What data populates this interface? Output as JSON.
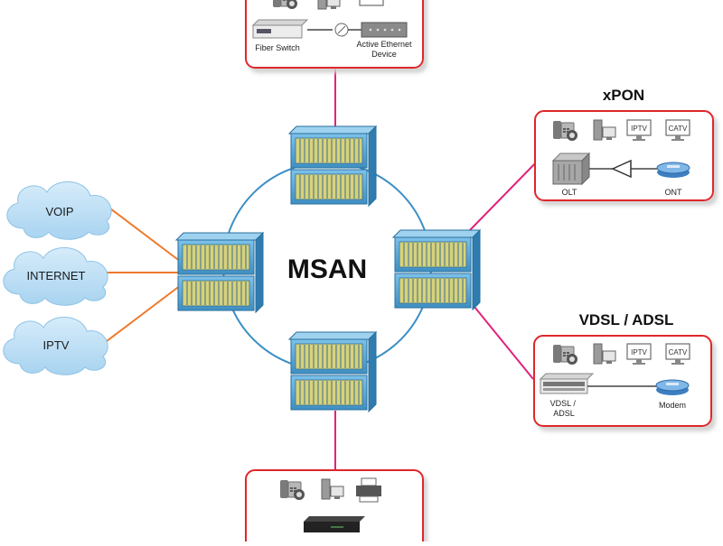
{
  "center_label": "MSAN",
  "clouds": [
    {
      "id": "voip",
      "label": "VOIP"
    },
    {
      "id": "internet",
      "label": "INTERNET"
    },
    {
      "id": "iptv",
      "label": "IPTV"
    }
  ],
  "panels": {
    "top": {
      "labels": {
        "switch": "Fiber Switch",
        "device": "Active Ethernet Device"
      }
    },
    "xpon": {
      "title": "xPON",
      "boxes": {
        "iptv": "IPTV",
        "catv": "CATV"
      },
      "labels": {
        "olt": "OLT",
        "ont": "ONT"
      }
    },
    "vdsl": {
      "title": "VDSL / ADSL",
      "boxes": {
        "iptv": "IPTV",
        "catv": "CATV"
      },
      "labels": {
        "dslam_1": "VDSL /",
        "dslam_2": "ADSL",
        "modem": "Modem"
      }
    },
    "bottom": {}
  },
  "colors": {
    "panel_border": "#e0262b",
    "ring": "#3b8fc6",
    "cloud_link": "#ee7a2b",
    "access_link": "#e0237a",
    "cloud_fill": "#bfe0f6",
    "node_fill": "#5aa9d6"
  },
  "icons": [
    "phone-icon",
    "pc-icon",
    "tv-icon",
    "printer-icon",
    "fiber-switch-icon",
    "optical-splitter-icon",
    "olt-icon",
    "ont-icon",
    "splitter-icon",
    "dslam-icon",
    "modem-icon",
    "set-top-box-icon",
    "msan-node-icon",
    "cloud-icon"
  ]
}
